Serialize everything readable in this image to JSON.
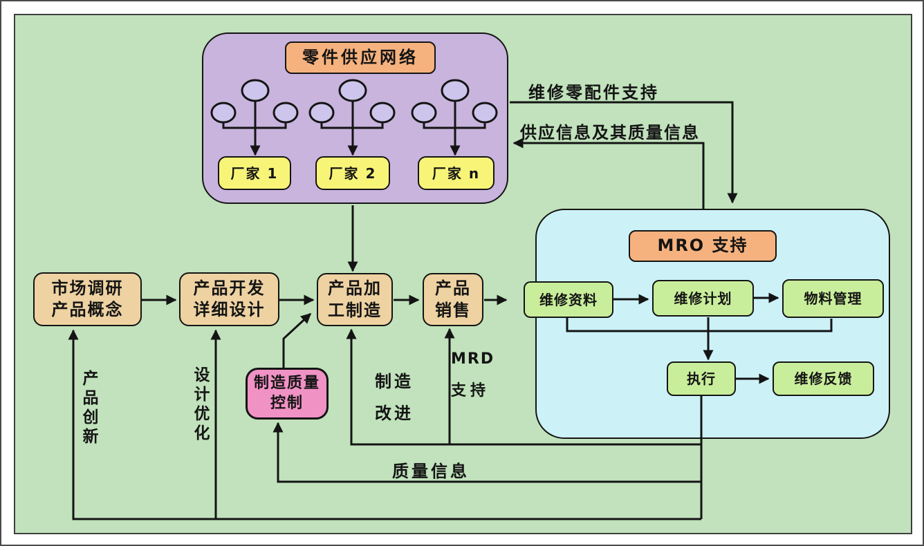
{
  "diagram": {
    "supplier_network": {
      "title": "零件供应网络",
      "factories": [
        "厂家 1",
        "厂家 2",
        "厂家 n"
      ],
      "node_clusters": 3,
      "nodes_per_cluster": 3
    },
    "mro": {
      "title": "MRO 支持",
      "boxes": [
        "维修资料",
        "维修计划",
        "物料管理",
        "执行",
        "维修反馈"
      ]
    },
    "main_chain": [
      {
        "line1": "市场调研",
        "line2": "产品概念"
      },
      {
        "line1": "产品开发",
        "line2": "详细设计"
      },
      {
        "line1": "产品加",
        "line2": "工制造"
      },
      {
        "line1": "产品",
        "line2": "销售"
      }
    ],
    "quality_control": {
      "line1": "制造质量",
      "line2": "控制"
    },
    "labels": {
      "spare_parts_support": "维修零配件支持",
      "supply_info": "供应信息及其质量信息",
      "product_innovation": "产品创新",
      "design_optimization": "设计优化",
      "manufacturing_improvement": "制造改进",
      "mrd_support_line1": "MRD",
      "mrd_support_line2": "支持",
      "quality_info": "质量信息"
    },
    "colors": {
      "canvas_bg": "#c1e2bc",
      "supplier_panel": "#c8b4dd",
      "mro_panel": "#ccf2f8",
      "title_box": "#f6b27e",
      "factory_box": "#f8f478",
      "process_box": "#eed2a2",
      "mro_box": "#c9ee9b",
      "quality_box": "#f192c5",
      "node_ellipse": "#cdc5ec",
      "line": "#141414"
    }
  }
}
